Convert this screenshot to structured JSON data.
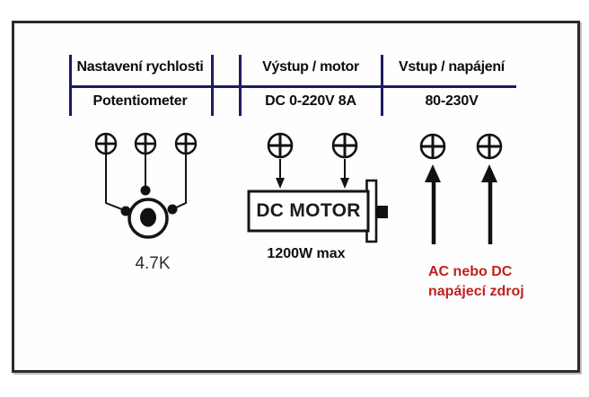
{
  "header": {
    "columns": [
      {
        "title": "Nastavení rychlosti",
        "subtitle": "Potentiometer"
      },
      {
        "title": "Výstup / motor",
        "subtitle": "DC 0-220V 8A"
      },
      {
        "title": "Vstup / napájení",
        "subtitle": "80-230V"
      }
    ]
  },
  "potentiometer": {
    "value": "4.7K"
  },
  "motor": {
    "name": "DC MOTOR",
    "max_power": "1200W max"
  },
  "power_source": {
    "note": [
      "AC nebo DC",
      "napájecí zdroj"
    ]
  },
  "icons": {
    "terminal": "screw-terminal-circle-plus",
    "output_flow": "arrow-down",
    "input_flow": "arrow-up"
  },
  "colors": {
    "table_line": "#1b1b63",
    "note_red": "#c1211f",
    "ink": "#111111"
  }
}
